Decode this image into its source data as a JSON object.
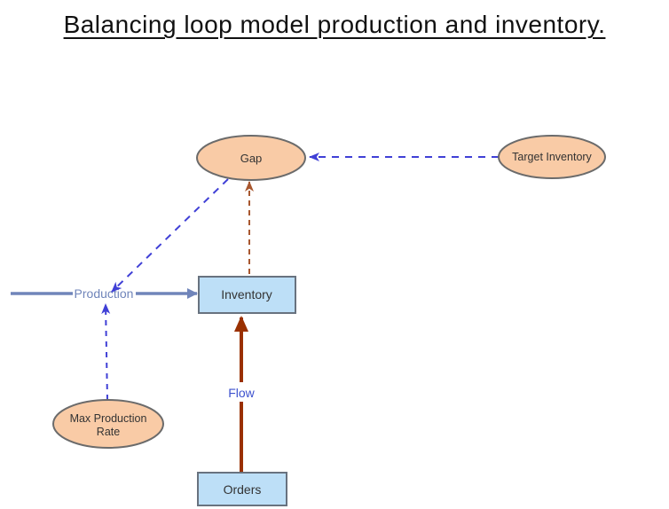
{
  "title": "Balancing loop model production and inventory.",
  "nodes": {
    "gap": {
      "label": "Gap",
      "shape": "ellipse"
    },
    "target_inventory": {
      "label": "Target Inventory",
      "shape": "ellipse"
    },
    "max_production_rate": {
      "line1": "Max Production",
      "line2": "Rate",
      "shape": "ellipse"
    },
    "inventory": {
      "label": "Inventory",
      "shape": "rect"
    },
    "orders": {
      "label": "Orders",
      "shape": "rect"
    }
  },
  "flow_labels": {
    "production": "Production",
    "flow": "Flow"
  },
  "edges": [
    {
      "from": "source",
      "to": "inventory",
      "label": "Production",
      "style": "solid-slate-pipe"
    },
    {
      "from": "orders",
      "to": "inventory",
      "label": "Flow",
      "style": "solid-brown-flow"
    },
    {
      "from": "target_inventory",
      "to": "gap",
      "style": "dashed-blue"
    },
    {
      "from": "gap",
      "to": "production",
      "style": "dashed-blue"
    },
    {
      "from": "max_production_rate",
      "to": "production",
      "style": "dashed-blue"
    },
    {
      "from": "inventory",
      "to": "gap",
      "style": "dashed-brown"
    }
  ],
  "colors": {
    "background": "#FFFFFF",
    "title_text": "#111111",
    "ellipse_fill": "#F9CBA6",
    "ellipse_border": "#6B6B6B",
    "box_fill": "#BDDFF7",
    "box_border": "#68727F",
    "node_text": "#333333",
    "dashed_blue": "#4040D6",
    "dashed_brown": "#A8572F",
    "solid_brown": "#9A3000",
    "slate_blue": "#7085BA",
    "flow_text": "#3D51CE"
  }
}
